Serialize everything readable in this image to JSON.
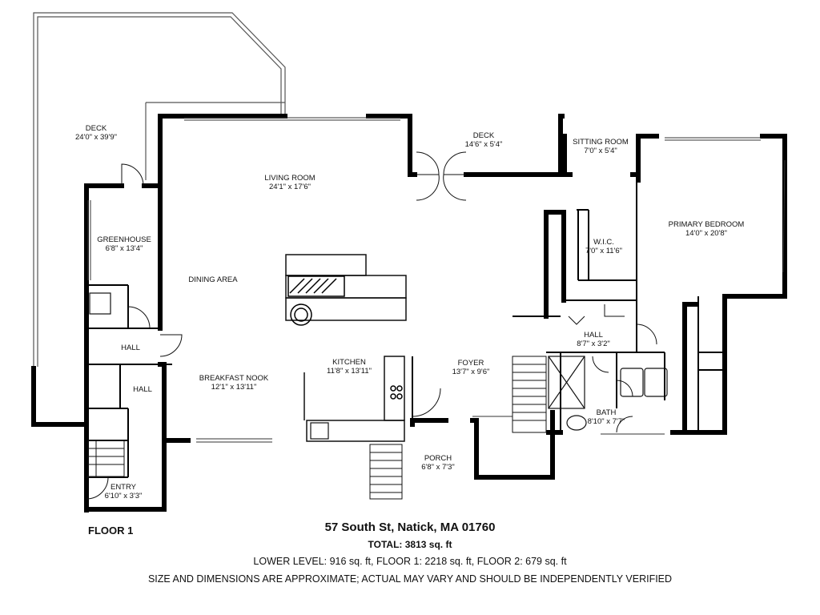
{
  "floor_label": "FLOOR 1",
  "address": "57 South St, Natick, MA 01760",
  "total": "TOTAL: 3813 sq. ft",
  "areas": "LOWER LEVEL: 916 sq. ft, FLOOR 1: 2218 sq. ft, FLOOR 2: 679 sq. ft",
  "disclaimer": "SIZE AND DIMENSIONS ARE APPROXIMATE; ACTUAL MAY VARY AND SHOULD BE INDEPENDENTLY VERIFIED",
  "rooms": {
    "deck_large": {
      "name": "DECK",
      "dims": "24'0\" x 39'9\""
    },
    "living_room": {
      "name": "LIVING ROOM",
      "dims": "24'1\" x 17'6\""
    },
    "deck_small": {
      "name": "DECK",
      "dims": "14'6\" x 5'4\""
    },
    "sitting_room": {
      "name": "SITTING ROOM",
      "dims": "7'0\" x 5'4\""
    },
    "primary_bedroom": {
      "name": "PRIMARY BEDROOM",
      "dims": "14'0\" x 20'8\""
    },
    "wic": {
      "name": "W.I.C.",
      "dims": "7'0\" x 11'6\""
    },
    "greenhouse": {
      "name": "GREENHOUSE",
      "dims": "6'8\" x 13'4\""
    },
    "dining_area": {
      "name": "DINING AREA"
    },
    "hall_upper": {
      "name": "HALL"
    },
    "hall_lower": {
      "name": "HALL"
    },
    "hall_right": {
      "name": "HALL",
      "dims": "8'7\" x 3'2\""
    },
    "breakfast_nook": {
      "name": "BREAKFAST NOOK",
      "dims": "12'1\" x 13'11\""
    },
    "kitchen": {
      "name": "KITCHEN",
      "dims": "11'8\" x 13'11\""
    },
    "foyer": {
      "name": "FOYER",
      "dims": "13'7\" x 9'6\""
    },
    "bath": {
      "name": "BATH",
      "dims": "8'10\" x 7'7\""
    },
    "porch": {
      "name": "PORCH",
      "dims": "6'8\" x 7'3\""
    },
    "entry": {
      "name": "ENTRY",
      "dims": "6'10\" x 3'3\""
    }
  }
}
